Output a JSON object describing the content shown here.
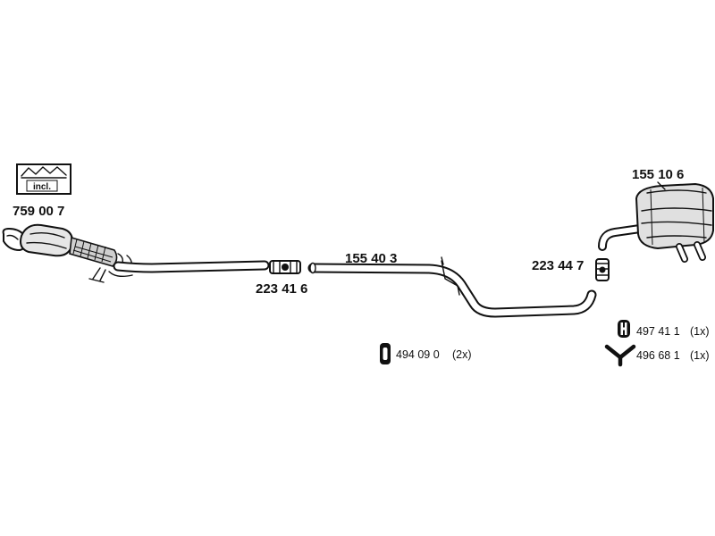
{
  "parts": {
    "catalytic_converter": {
      "number": "759 00 7",
      "kit_label": "incl."
    },
    "clamp_front": {
      "number": "223 41 6"
    },
    "middle_pipe": {
      "number": "155 40 3"
    },
    "clamp_rear": {
      "number": "223 44 7"
    },
    "rear_silencer": {
      "number": "155 10 6"
    }
  },
  "accessories": [
    {
      "number": "494 09 0",
      "qty": "(2x)"
    },
    {
      "number": "497 41 1",
      "qty": "(1x)"
    },
    {
      "number": "496 68 1",
      "qty": "(1x)"
    }
  ]
}
